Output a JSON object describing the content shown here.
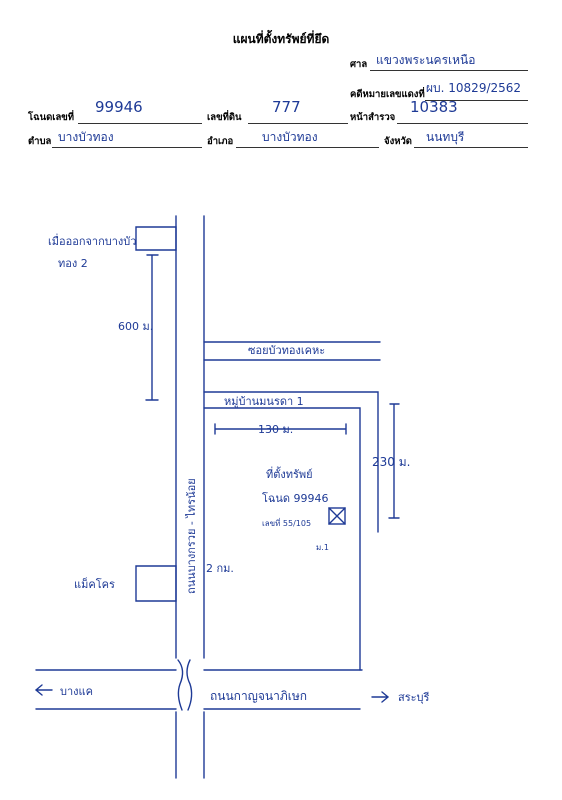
{
  "header": {
    "title": "แผนที่ตั้งทรัพย์ที่ยึด"
  },
  "fields": {
    "court": {
      "label": "ศาล",
      "value": "แขวงพระนครเหนือ"
    },
    "case_no": {
      "label": "คดีหมายเลขแดงที่",
      "value": "ผบ. 10829/2562"
    },
    "deed_no": {
      "label": "โฉนดเลขที่",
      "value": "99946"
    },
    "land_no": {
      "label": "เลขที่ดิน",
      "value": "777"
    },
    "survey_page": {
      "label": "หน้าสำรวจ",
      "value": "10383"
    },
    "subdistrict": {
      "label": "ตำบล",
      "value": "บางบัวทอง"
    },
    "district": {
      "label": "อำเภอ",
      "value": "บางบัวทอง"
    },
    "province": {
      "label": "จังหวัด",
      "value": "นนทบุรี"
    }
  },
  "map": {
    "landmark_top": [
      "เมื่อออกจากบางบัว",
      "ทอง 2"
    ],
    "dist_600": "600 ม.",
    "soi_name": "ซอยบัวทองเคหะ",
    "village": "หมู่บ้านมนรดา 1",
    "dist_130": "130 ม.",
    "dist_230": "230 ม.",
    "property_label": [
      "ที่ตั้งทรัพย์",
      "โฉนด 99946",
      "เลขที่ 55/105",
      "ม.1"
    ],
    "main_road_v": "ถนนบางกรวย - ไทรน้อย",
    "makro": "แม็คโคร",
    "dist_2km": "2 กม.",
    "main_road_h": "ถนนกาญจนาภิเษก",
    "dir_left": "บางแค",
    "dir_right": "สระบุรี",
    "ink_color": "#1e3a96"
  }
}
